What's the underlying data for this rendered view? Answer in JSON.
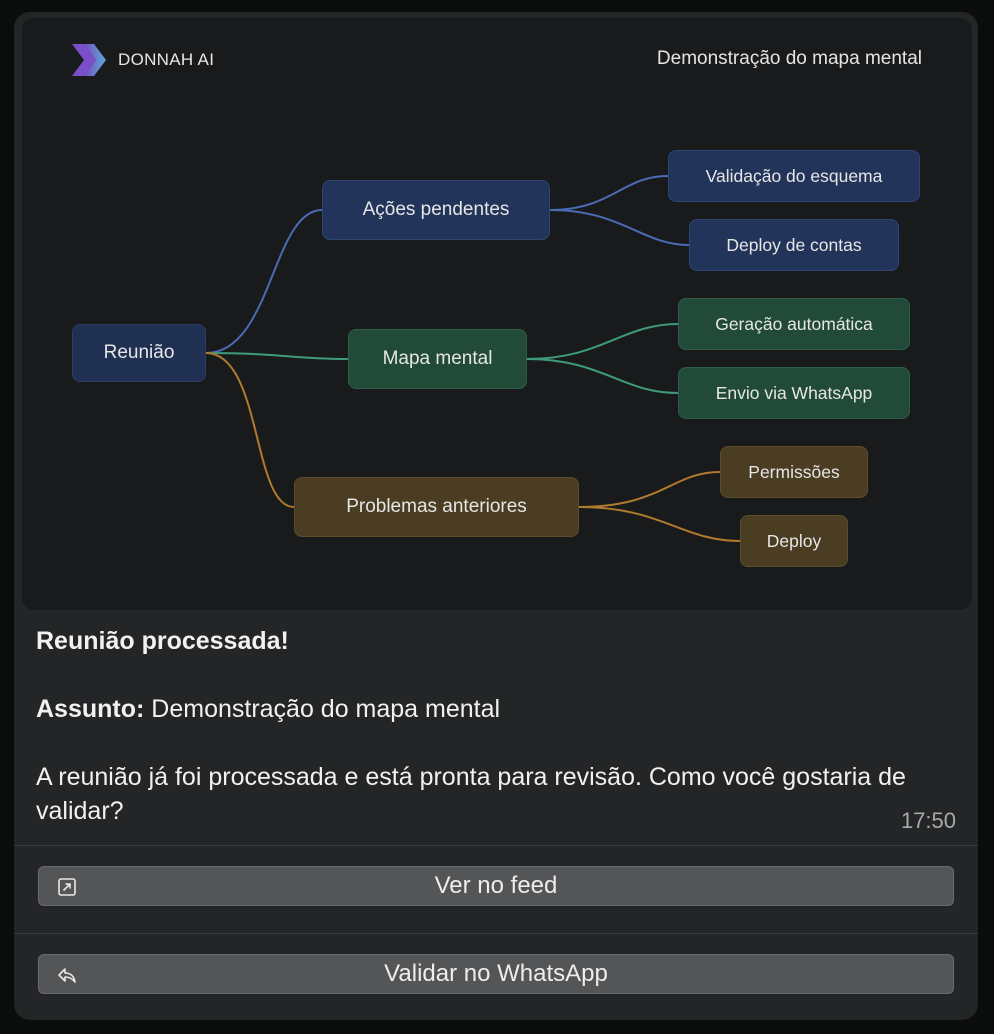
{
  "brand": {
    "name": "DONNAH AI",
    "logo_icon": "double-chevron-logo"
  },
  "image": {
    "title": "Demonstração do mapa mental"
  },
  "mindmap": {
    "root": "Reunião",
    "branches": [
      {
        "label": "Ações pendentes",
        "color": "#4a6bb5",
        "children": [
          "Validação do esquema",
          "Deploy de contas"
        ]
      },
      {
        "label": "Mapa mental",
        "color": "#3f9a7c",
        "children": [
          "Geração automática",
          "Envio via WhatsApp"
        ]
      },
      {
        "label": "Problemas anteriores",
        "color": "#b07a2e",
        "children": [
          "Permissões",
          "Deploy"
        ]
      }
    ]
  },
  "message": {
    "heading": "Reunião processada!",
    "subject_label": "Assunto:",
    "subject_value": "Demonstração do mapa mental",
    "body": "A reunião já foi processada e está pronta para revisão. Como você gostaria de validar?",
    "time": "17:50"
  },
  "actions": {
    "view_feed": {
      "label": "Ver no feed",
      "icon": "external-link-icon"
    },
    "validate_whatsapp": {
      "label": "Validar no WhatsApp",
      "icon": "reply-icon"
    }
  }
}
